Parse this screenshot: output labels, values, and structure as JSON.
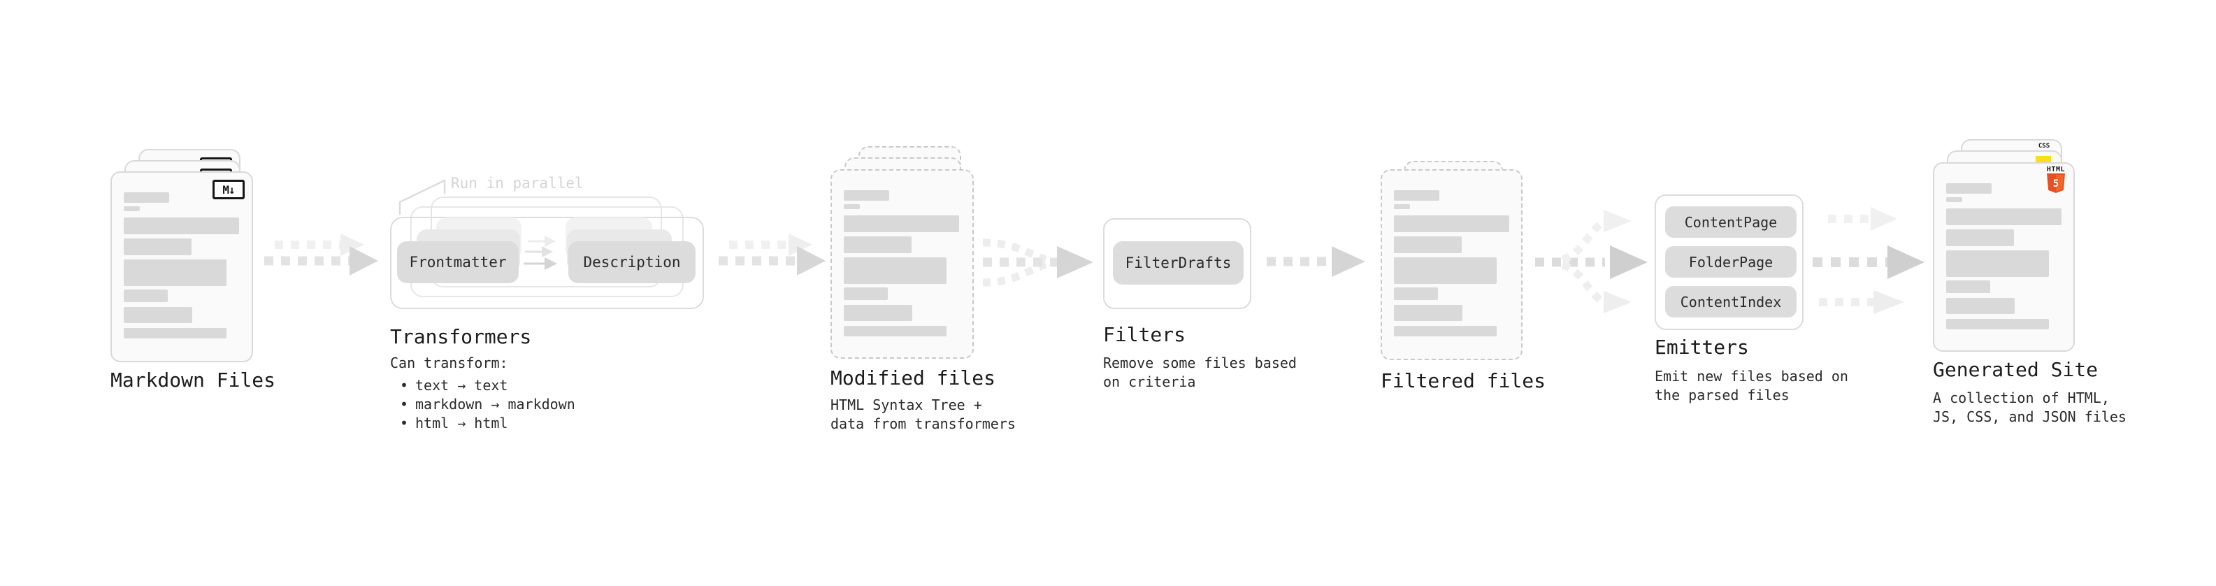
{
  "sections": {
    "markdown_files": {
      "label": "Markdown Files",
      "file_badge": "M↓"
    },
    "transformers": {
      "callout": "Run in parallel",
      "pill_left": "Frontmatter",
      "pill_right": "Description",
      "title": "Transformers",
      "desc_heading": "Can transform:",
      "bullet_glyph": "•",
      "bullets": [
        "text → text",
        "markdown → markdown",
        "html → html"
      ]
    },
    "modified_files": {
      "label": "Modified files",
      "desc_lines": [
        "HTML Syntax Tree +",
        "data from transformers"
      ]
    },
    "filters": {
      "pill": "FilterDrafts",
      "title": "Filters",
      "desc_lines": [
        "Remove some files based",
        "on criteria"
      ]
    },
    "filtered_files": {
      "label": "Filtered files"
    },
    "emitters": {
      "pills": [
        "ContentPage",
        "FolderPage",
        "ContentIndex"
      ],
      "title": "Emitters",
      "desc_lines": [
        "Emit new files based on",
        "the parsed files"
      ]
    },
    "generated_site": {
      "label": "Generated Site",
      "desc_lines": [
        "A collection of HTML,",
        "JS, CSS, and JSON files"
      ],
      "css_badge": "CSS",
      "html_badge": "HTML",
      "html_badge_number": "5"
    }
  },
  "placeholder_bars": [
    {
      "w": 65,
      "h": 15,
      "mt": 0
    },
    {
      "w": 23,
      "h": 7,
      "mt": 5
    },
    {
      "w": 165,
      "h": 24,
      "mt": 9
    },
    {
      "w": 97,
      "h": 24,
      "mt": 6
    },
    {
      "w": 147,
      "h": 38,
      "mt": 6
    },
    {
      "w": 63,
      "h": 18,
      "mt": 5
    },
    {
      "w": 98,
      "h": 23,
      "mt": 7
    },
    {
      "w": 147,
      "h": 15,
      "mt": 7
    }
  ],
  "colors": {
    "js_yellow": "#f7df1e",
    "css_blue": "#2965f1",
    "html5_orange": "#e34f26",
    "html5_orange_light": "#f16529"
  }
}
